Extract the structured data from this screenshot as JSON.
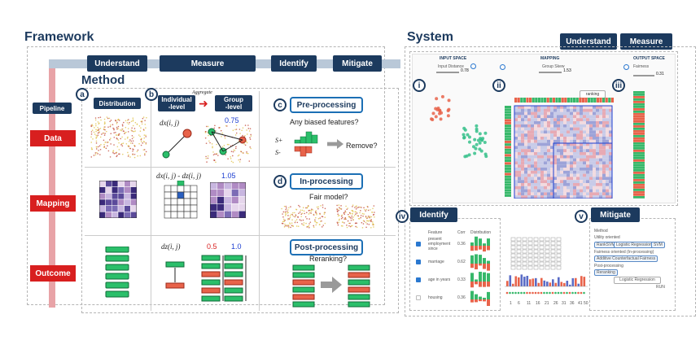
{
  "framework": {
    "title": "Framework",
    "stages": [
      "Understand",
      "Measure",
      "Identify",
      "Mitigate"
    ],
    "method_title": "Method",
    "pipeline_label": "Pipeline",
    "rows": [
      "Data",
      "Mapping",
      "Outcome"
    ]
  },
  "method": {
    "a_label": "a",
    "b_label": "b",
    "c_label": "c",
    "d_label": "d",
    "distribution": "Distribution",
    "individual": "Individual\n-level",
    "group": "Group\n-level",
    "aggregate": "Aggregate",
    "dx_ij": "dx(i, j)",
    "diff_formula": "dx(i, j) - dz(i, j)",
    "dz_ij": "dz(i, j)",
    "val_075": "0.75",
    "val_105": "1.05",
    "val_05": "0.5",
    "val_10": "1.0",
    "preprocessing": "Pre-processing",
    "biased_q": "Any biased features?",
    "s_plus": "S+",
    "s_minus": "S-",
    "remove_q": "Remove?",
    "inprocessing": "In-processing",
    "fair_model_q": "Fair model?",
    "postprocessing": "Post-processing",
    "reranking_q": "Reranking?"
  },
  "system": {
    "title": "System",
    "understand": "Understand",
    "measure": "Measure",
    "identify": "Identify",
    "mitigate": "Mitigate",
    "input_space": "INPUT SPACE",
    "input_distance": "Input Distance",
    "input_val": "0.78",
    "mapping": "MAPPING",
    "group_skew": "Group Skew",
    "group_val": "1.53",
    "output_space": "OUTPUT SPACE",
    "fairness": "Fairness",
    "fairness_val": "0.31",
    "ranking_btn": "ranking",
    "panel_i": "i",
    "panel_ii": "ii",
    "panel_iii": "iii",
    "panel_iv": "iv",
    "panel_v": "v",
    "identify_headers": [
      "Feature",
      "Corr",
      "Distribution"
    ],
    "identify_rows": [
      {
        "feature": "present employment since",
        "corr": "0.36"
      },
      {
        "feature": "marriage",
        "corr": "0.62"
      },
      {
        "feature": "age in years",
        "corr": "0.33"
      },
      {
        "feature": "housing",
        "corr": "0.36"
      }
    ],
    "axis_ticks": [
      "1",
      "6",
      "11",
      "16",
      "21",
      "26",
      "31",
      "36",
      "41",
      "50"
    ],
    "method_label": "Method",
    "utility_oriented": "Utility oriented",
    "chips_utility": [
      "RankSVM",
      "Logistic Regression",
      "SVM"
    ],
    "fairness_oriented": "Fairness oriented (In-processing)",
    "chip_additive": "Additive Counterfactual Fairness",
    "post_processing": "Post-processing",
    "chip_reranking": "Reranking",
    "select_value": "Logistic Regression",
    "run_label": "RUN"
  }
}
